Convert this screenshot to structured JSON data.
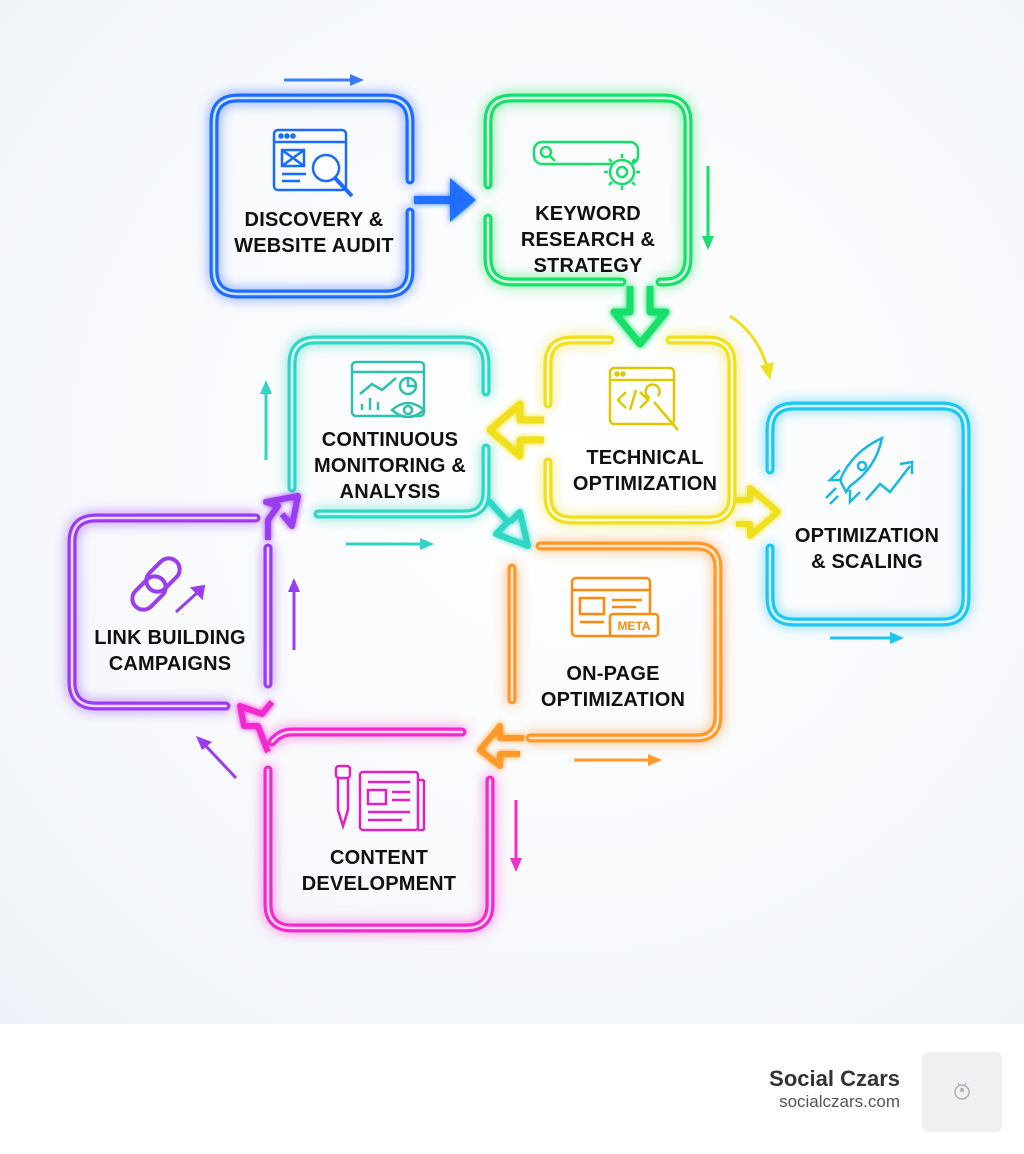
{
  "diagram": {
    "nodes": [
      {
        "id": "discovery",
        "line1": "DISCOVERY &",
        "line2": "WEBSITE AUDIT",
        "line3": "",
        "color": "#1a6cff",
        "icon": "browser-magnifier-icon"
      },
      {
        "id": "keyword",
        "line1": "KEYWORD",
        "line2": "RESEARCH &",
        "line3": "STRATEGY",
        "color": "#16e06a",
        "icon": "search-bar-gear-icon"
      },
      {
        "id": "technical",
        "line1": "TECHNICAL",
        "line2": "OPTIMIZATION",
        "line3": "",
        "color": "#f0e01c",
        "icon": "code-window-wrench-icon"
      },
      {
        "id": "monitoring",
        "line1": "CONTINUOUS",
        "line2": "MONITORING &",
        "line3": "ANALYSIS",
        "color": "#2fd6c4",
        "icon": "analytics-dashboard-eye-icon"
      },
      {
        "id": "onpage",
        "line1": "ON-PAGE",
        "line2": "OPTIMIZATION",
        "line3": "",
        "color": "#ff9a2a",
        "icon": "webpage-meta-tag-icon",
        "icon_text": "META"
      },
      {
        "id": "linkbuilding",
        "line1": "LINK BUILDING",
        "line2": "CAMPAIGNS",
        "line3": "",
        "color": "#9a3cf0",
        "icon": "chain-link-arrow-icon"
      },
      {
        "id": "content",
        "line1": "CONTENT",
        "line2": "DEVELOPMENT",
        "line3": "",
        "color": "#f02ccf",
        "icon": "pen-newspaper-icon"
      },
      {
        "id": "scaling",
        "line1": "OPTIMIZATION",
        "line2": "& SCALING",
        "line3": "",
        "color": "#1cc8f2",
        "icon": "rocket-trend-arrow-icon"
      }
    ]
  },
  "footer": {
    "brand_name": "Social Czars",
    "brand_url": "socialczars.com"
  }
}
